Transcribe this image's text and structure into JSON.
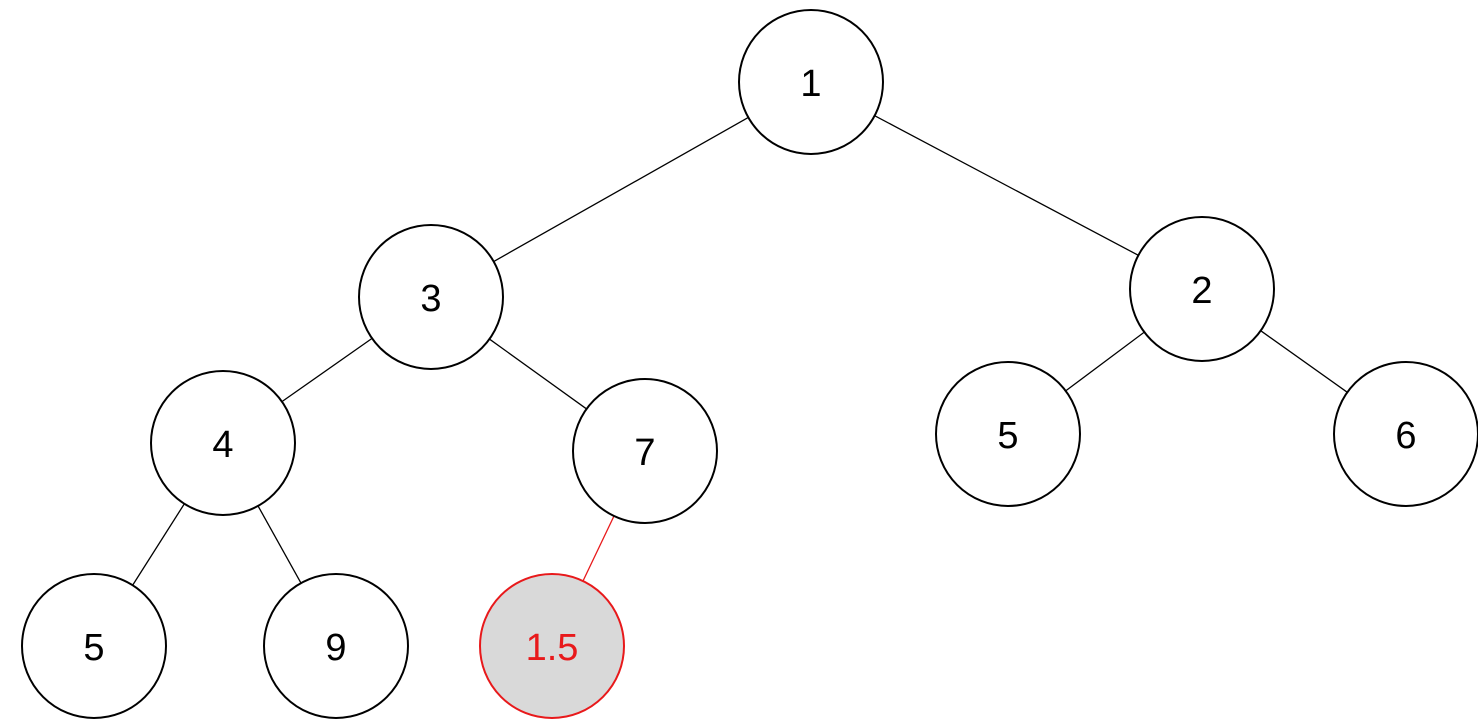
{
  "tree": {
    "nodes": [
      {
        "id": "n1",
        "label": "1",
        "parent": null
      },
      {
        "id": "n3",
        "label": "3",
        "parent": "n1"
      },
      {
        "id": "n2",
        "label": "2",
        "parent": "n1"
      },
      {
        "id": "n4",
        "label": "4",
        "parent": "n3"
      },
      {
        "id": "n7",
        "label": "7",
        "parent": "n3"
      },
      {
        "id": "n5r",
        "label": "5",
        "parent": "n2"
      },
      {
        "id": "n6",
        "label": "6",
        "parent": "n2"
      },
      {
        "id": "n5l",
        "label": "5",
        "parent": "n4"
      },
      {
        "id": "n9",
        "label": "9",
        "parent": "n4"
      },
      {
        "id": "n15",
        "label": "1.5",
        "parent": "n7",
        "highlighted": true
      }
    ]
  },
  "colors": {
    "stroke": "#000000",
    "fill": "#ffffff",
    "highlight_stroke": "#e8191b",
    "highlight_fill": "#d9d9d9",
    "highlight_text": "#e8191b"
  }
}
